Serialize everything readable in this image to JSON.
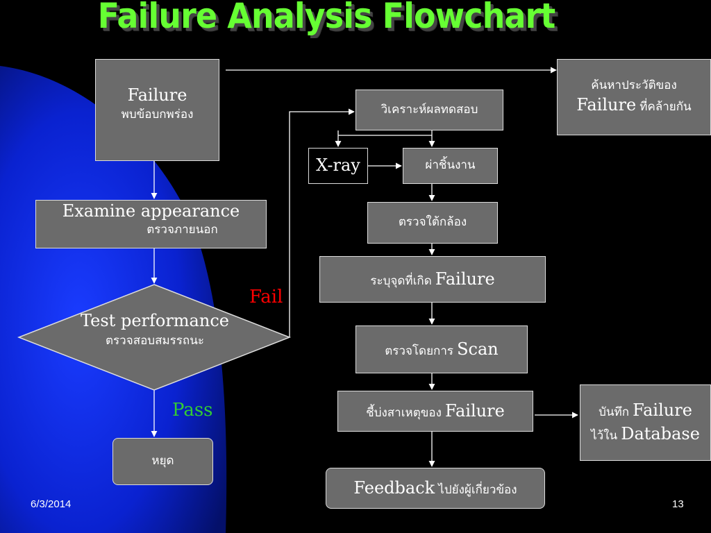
{
  "slide": {
    "title": "Failure Analysis Flowchart",
    "date": "6/3/2014",
    "page_number": "13"
  },
  "nodes": {
    "failure": {
      "line1": "Failure",
      "line2": "พบข้อบกพร่อง"
    },
    "history": {
      "line1": "ค้นหาประวัติของ",
      "line2_en": "Failure",
      "line2_th": "ที่คล้ายกัน"
    },
    "analyze": {
      "label": "วิเคราะห์ผลทดสอบ"
    },
    "xray": {
      "label": "X-ray"
    },
    "cut": {
      "label": "ผ่าชิ้นงาน"
    },
    "microscope": {
      "label": "ตรวจใต้กล้อง"
    },
    "locate": {
      "label_th": "ระบุจุดที่เกิด",
      "label_en": "Failure"
    },
    "scan": {
      "label_th": "ตรวจโดยการ",
      "label_en": "Scan"
    },
    "cause": {
      "label_th": "ชี้บ่งสาเหตุของ",
      "label_en": "Failure"
    },
    "record": {
      "line1_th": "บันทึก",
      "line1_en": "Failure",
      "line2_th": "ไว้ใน",
      "line2_en": "Database"
    },
    "feedback": {
      "label_en": "Feedback",
      "label_th": "ไปยังผู้เกี่ยวข้อง"
    },
    "examine": {
      "line1": "Examine appearance",
      "line2": "ตรวจภายนอก"
    },
    "test": {
      "line1": "Test performance",
      "line2": "ตรวจสอบสมรรถนะ"
    },
    "stop": {
      "label": "หยุด"
    }
  },
  "edge_labels": {
    "fail": "Fail",
    "pass": "Pass"
  },
  "colors": {
    "title": "#66ff33",
    "box_fill": "#6b6b6b",
    "fail": "#ff0000",
    "pass": "#33cc33",
    "background": "#000000",
    "swoosh": "#0a1fd6"
  }
}
